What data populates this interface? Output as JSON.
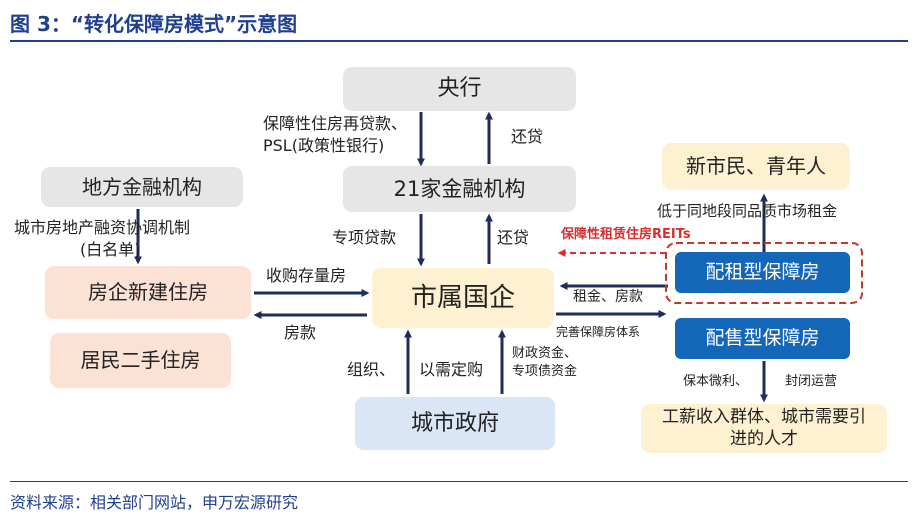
{
  "title": "图 3：“转化保障房模式”示意图",
  "source": "资料来源：相关部门网站，申万宏源研究",
  "nodes": {
    "central_bank": "央行",
    "financial_21": "21家金融机构",
    "local_finance": "地方金融机构",
    "developer_new": "房企新建住房",
    "resident_second": "居民二手住房",
    "soe": "市属国企",
    "city_gov": "城市政府",
    "new_citizens": "新市民、青年人",
    "rental_housing": "配租型保障房",
    "sale_housing": "配售型保障房",
    "talent": "工薪收入群体、城市需要引进的人才"
  },
  "labels": {
    "psl_line1": "保障性住房再贷款、",
    "psl_line2": "PSL(政策性银行)",
    "repay_top": "还贷",
    "special_loan": "专项贷款",
    "repay_mid": "还贷",
    "coord_line1": "城市房地产融资协调机制",
    "coord_line2": "(白名单)",
    "buy_stock": "收购存量房",
    "payment": "房款",
    "low_rent": "低于同地段同品质市场租金",
    "reits": "保障性租赁住房REITs",
    "rent_payment": "租金、房款",
    "improve_system": "完善保障房体系",
    "organize": "组织、",
    "purchase_need": "以需定购",
    "fiscal_line1": "财政资金、",
    "fiscal_line2": "专项债资金",
    "profit": "保本微利、",
    "closed_op": "封闭运营"
  },
  "colors": {
    "title_blue": "#1f3f8f",
    "arrow_navy": "#1f2d5a",
    "box_gray": "#e6e6e6",
    "box_pink": "#fbe2d5",
    "box_cream": "#fdf1d2",
    "box_lightblue": "#dae6f5",
    "box_darkblue": "#1466b8",
    "reits_red": "#d62f2f"
  }
}
